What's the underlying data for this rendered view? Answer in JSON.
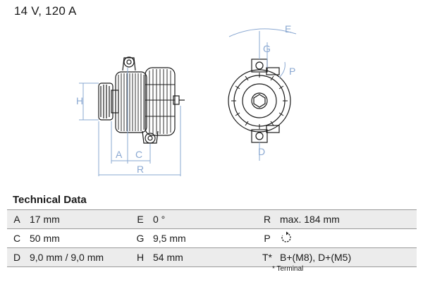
{
  "headline": "14 V, 120 A",
  "section_title": "Technical Data",
  "diagram_labels": {
    "A": "A",
    "C": "C",
    "R": "R",
    "H": "H",
    "E": "E",
    "G": "G",
    "P": "P",
    "D": "D"
  },
  "specs": [
    [
      {
        "key": "A",
        "value": "17 mm"
      },
      {
        "key": "E",
        "value": "0 °"
      },
      {
        "key": "R",
        "value": "max. 184 mm"
      }
    ],
    [
      {
        "key": "C",
        "value": "50 mm"
      },
      {
        "key": "G",
        "value": "9,5 mm"
      },
      {
        "key": "P",
        "value": "",
        "icon": "clockwise-rotation-icon"
      }
    ],
    [
      {
        "key": "D",
        "value": "9,0 mm / 9,0 mm"
      },
      {
        "key": "H",
        "value": "54 mm"
      },
      {
        "key": "T*",
        "value": "B+(M8), D+(M5)"
      }
    ]
  ],
  "footnote": "* Terminal",
  "colors": {
    "dimension": "#8aa8d2",
    "line": "#1a1a1a",
    "shade": "#ececec"
  }
}
